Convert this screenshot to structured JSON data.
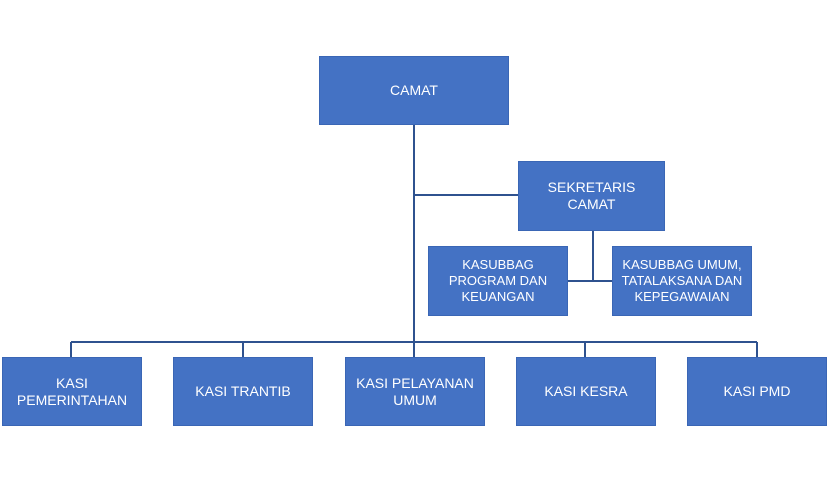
{
  "org_chart": {
    "camat": "CAMAT",
    "sekretaris": "SEKRETARIS CAMAT",
    "kasubbag_program": "KASUBBAG\nPROGRAM DAN\nKEUANGAN",
    "kasubbag_umum": "KASUBBAG UMUM,\nTATALAKSANA DAN\nKEPEGAWAIAN",
    "kasi": [
      "KASI\nPEMERINTAHAN",
      "KASI TRANTIB",
      "KASI PELAYANAN\nUMUM",
      "KASI KESRA",
      "KASI PMD"
    ]
  },
  "colors": {
    "box_fill": "#4472c4",
    "box_text": "#ffffff",
    "connector": "#2f528f"
  }
}
